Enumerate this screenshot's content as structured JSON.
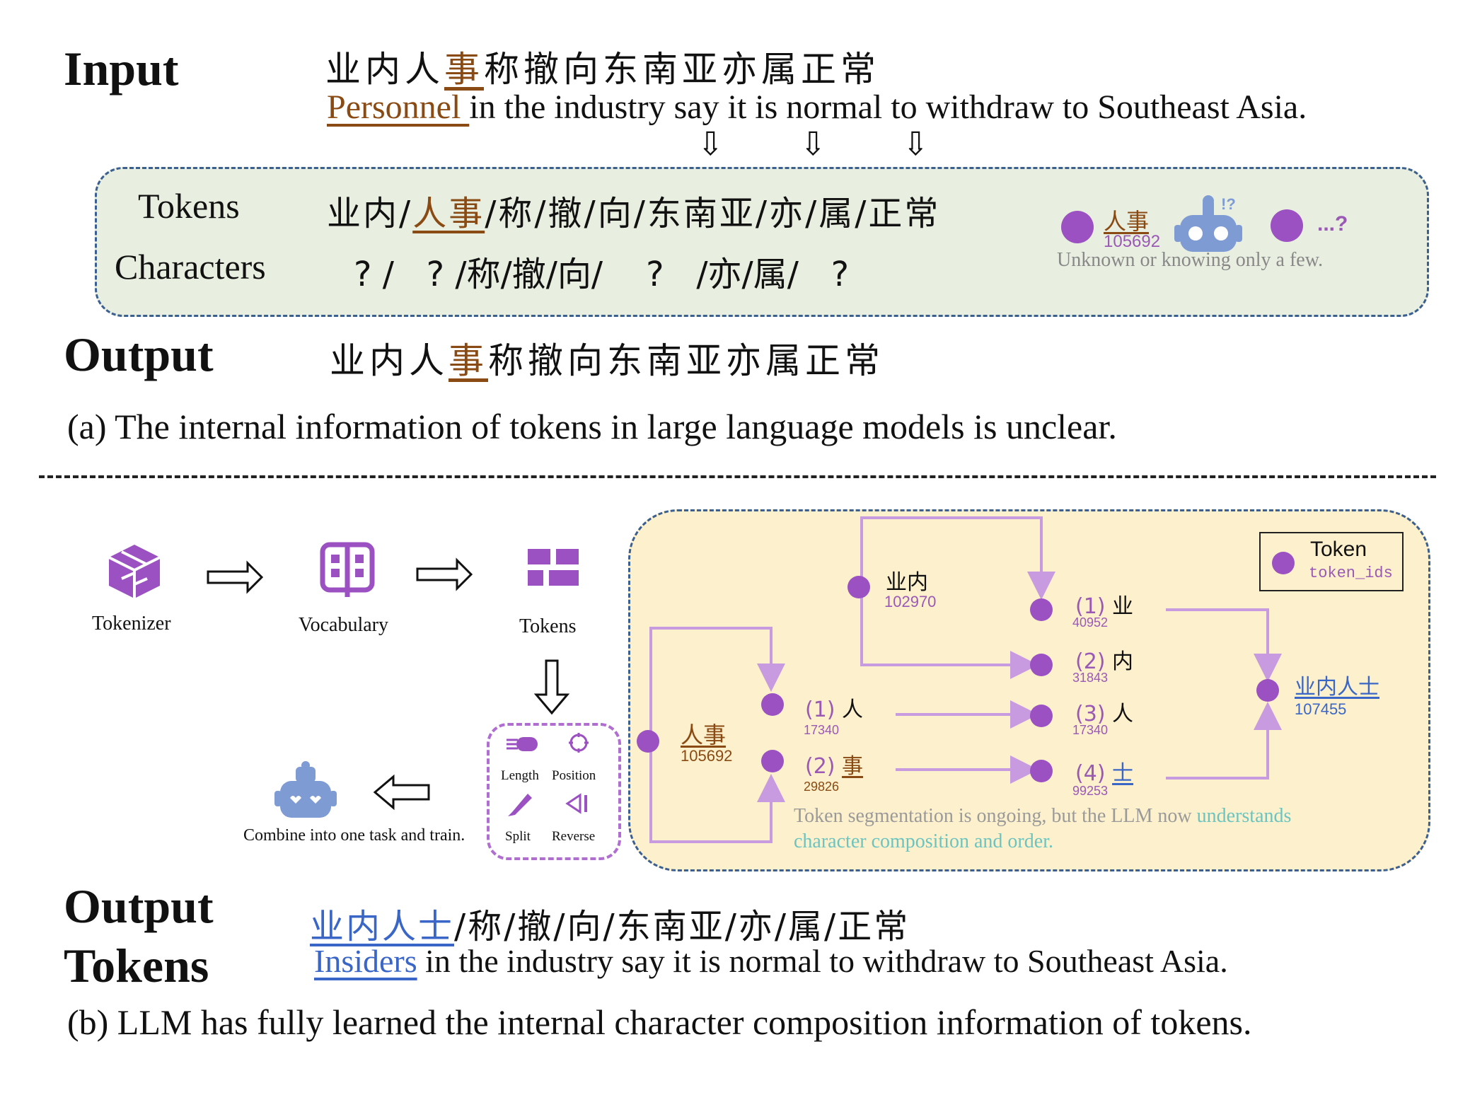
{
  "panel_a": {
    "input_label": "Input",
    "input_cjk_pre": "业内人",
    "input_cjk_hl": "事",
    "input_cjk_post": "称撤向东南亚亦属正常",
    "input_en_hl": "Personnel ",
    "input_en_post": "in the industry say it is normal to withdraw to Southeast Asia.",
    "down_arrows": [
      "⇩",
      "⇩",
      "⇩"
    ],
    "tokens_label": "Tokens",
    "tokens_pre": "业内/",
    "tokens_hl": "人事",
    "tokens_post": "/称/撤/向/东南亚/亦/属/正常",
    "characters_label": "Characters",
    "characters_value": "? /   ? /称/撤/向/    ?   /亦/属/   ?",
    "legend_token": "人事",
    "legend_id": "105692",
    "legend_query": "...?",
    "legend_note": "Unknown or knowing only a few.",
    "output_label": "Output",
    "output_pre": "业内人",
    "output_hl": "事",
    "output_post": "称撤向东南亚亦属正常",
    "caption": "(a) The internal information of tokens in large language models is unclear."
  },
  "panel_b": {
    "pipeline": {
      "tokenizer": "Tokenizer",
      "vocabulary": "Vocabulary",
      "tokens": "Tokens",
      "combine": "Combine into one task and train."
    },
    "tasks": [
      "Length",
      "Position",
      "Split",
      "Reverse"
    ],
    "legend": {
      "title": "Token",
      "subtitle": "token_ids"
    },
    "graph": {
      "renshi": {
        "text": "人事",
        "id": "105692"
      },
      "ren1": {
        "idx": "(1)",
        "char": "人",
        "id": "17340"
      },
      "shi2": {
        "idx": "(2)",
        "char": "事",
        "id": "29826"
      },
      "yenei": {
        "text": "业内",
        "id": "102970"
      },
      "c1": {
        "idx": "(1)",
        "char": "业",
        "id": "40952"
      },
      "c2": {
        "idx": "(2)",
        "char": "内",
        "id": "31843"
      },
      "c3": {
        "idx": "(3)",
        "char": "人",
        "id": "17340"
      },
      "c4": {
        "idx": "(4)",
        "char": "士",
        "id": "99253"
      },
      "result": {
        "text": "业内人士",
        "id": "107455"
      }
    },
    "note_plain": "Token segmentation is ongoing, but the LLM now ",
    "note_hl1": "understands",
    "note_hl2": "character composition and order.",
    "output_label_1": "Output",
    "output_label_2": "Tokens",
    "output_hl": "业内人士",
    "output_post": "/称/撤/向/东南亚/亦/属/正常",
    "output_en_hl": "Insiders",
    "output_en_post": " in the industry say it is normal to withdraw to Southeast Asia.",
    "caption": "(b) LLM has fully learned the internal character composition information of tokens."
  },
  "colors": {
    "brown": "#8a4a13",
    "blue": "#3a67c7",
    "purple": "#9b51c2",
    "green_bg": "#e8efe0",
    "yellow_bg": "#fdf0cc",
    "teal": "#6cc4c0"
  }
}
